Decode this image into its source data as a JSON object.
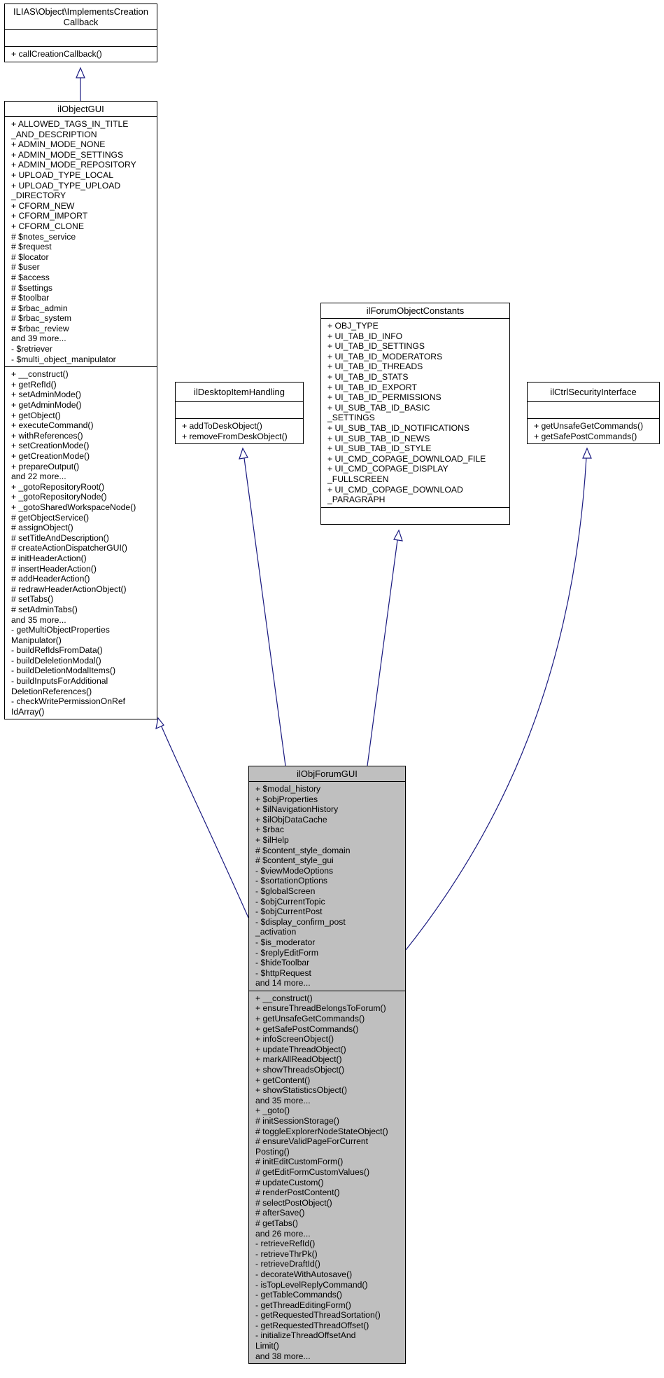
{
  "diagram": {
    "classes": {
      "implements_creation_callback": {
        "name": [
          "ILIAS\\Object\\ImplementsCreation",
          "Callback"
        ],
        "attributes": [],
        "methods": [
          "+ callCreationCallback()"
        ]
      },
      "ilobjectgui": {
        "name": [
          "ilObjectGUI"
        ],
        "attributes": [
          "+ ALLOWED_TAGS_IN_TITLE",
          "_AND_DESCRIPTION",
          "+ ADMIN_MODE_NONE",
          "+ ADMIN_MODE_SETTINGS",
          "+ ADMIN_MODE_REPOSITORY",
          "+ UPLOAD_TYPE_LOCAL",
          "+ UPLOAD_TYPE_UPLOAD",
          "_DIRECTORY",
          "+ CFORM_NEW",
          "+ CFORM_IMPORT",
          "+ CFORM_CLONE",
          "# $notes_service",
          "# $request",
          "# $locator",
          "# $user",
          "# $access",
          "# $settings",
          "# $toolbar",
          "# $rbac_admin",
          "# $rbac_system",
          "# $rbac_review",
          "and 39 more...",
          "- $retriever",
          "- $multi_object_manipulator"
        ],
        "methods": [
          "+ __construct()",
          "+ getRefId()",
          "+ setAdminMode()",
          "+ getAdminMode()",
          "+ getObject()",
          "+ executeCommand()",
          "+ withReferences()",
          "+ setCreationMode()",
          "+ getCreationMode()",
          "+ prepareOutput()",
          "and 22 more...",
          "+ _gotoRepositoryRoot()",
          "+ _gotoRepositoryNode()",
          "+ _gotoSharedWorkspaceNode()",
          "# getObjectService()",
          "# assignObject()",
          "# setTitleAndDescription()",
          "# createActionDispatcherGUI()",
          "# initHeaderAction()",
          "# insertHeaderAction()",
          "# addHeaderAction()",
          "# redrawHeaderActionObject()",
          "# setTabs()",
          "# setAdminTabs()",
          "and 35 more...",
          "- getMultiObjectProperties",
          "Manipulator()",
          "- buildRefIdsFromData()",
          "- buildDeleletionModal()",
          "- buildDeletionModalItems()",
          "- buildInputsForAdditional",
          "DeletionReferences()",
          "- checkWritePermissionOnRef",
          "IdArray()"
        ]
      },
      "ildesktopitemhandling": {
        "name": [
          "ilDesktopItemHandling"
        ],
        "attributes": [],
        "methods": [
          "+ addToDeskObject()",
          "+ removeFromDeskObject()"
        ]
      },
      "ilforumobjectconstants": {
        "name": [
          "ilForumObjectConstants"
        ],
        "attributes": [
          "+ OBJ_TYPE",
          "+ UI_TAB_ID_INFO",
          "+ UI_TAB_ID_SETTINGS",
          "+ UI_TAB_ID_MODERATORS",
          "+ UI_TAB_ID_THREADS",
          "+ UI_TAB_ID_STATS",
          "+ UI_TAB_ID_EXPORT",
          "+ UI_TAB_ID_PERMISSIONS",
          "+ UI_SUB_TAB_ID_BASIC",
          "_SETTINGS",
          "+ UI_SUB_TAB_ID_NOTIFICATIONS",
          "+ UI_SUB_TAB_ID_NEWS",
          "+ UI_SUB_TAB_ID_STYLE",
          "+ UI_CMD_COPAGE_DOWNLOAD_FILE",
          "+ UI_CMD_COPAGE_DISPLAY",
          "_FULLSCREEN",
          "+ UI_CMD_COPAGE_DOWNLOAD",
          "_PARAGRAPH"
        ],
        "methods": []
      },
      "ilctrlsecurityinterface": {
        "name": [
          "ilCtrlSecurityInterface"
        ],
        "attributes": [],
        "methods": [
          "+ getUnsafeGetCommands()",
          "+ getSafePostCommands()"
        ]
      },
      "ilobjforumgui": {
        "name": [
          "ilObjForumGUI"
        ],
        "attributes": [
          "+ $modal_history",
          "+ $objProperties",
          "+ $ilNavigationHistory",
          "+ $ilObjDataCache",
          "+ $rbac",
          "+ $ilHelp",
          "# $content_style_domain",
          "# $content_style_gui",
          "- $viewModeOptions",
          "- $sortationOptions",
          "- $globalScreen",
          "- $objCurrentTopic",
          "- $objCurrentPost",
          "- $display_confirm_post",
          "_activation",
          "- $is_moderator",
          "- $replyEditForm",
          "- $hideToolbar",
          "- $httpRequest",
          "and 14 more..."
        ],
        "methods": [
          "+ __construct()",
          "+ ensureThreadBelongsToForum()",
          "+ getUnsafeGetCommands()",
          "+ getSafePostCommands()",
          "+ infoScreenObject()",
          "+ updateThreadObject()",
          "+ markAllReadObject()",
          "+ showThreadsObject()",
          "+ getContent()",
          "+ showStatisticsObject()",
          "and 35 more...",
          "+ _goto()",
          "# initSessionStorage()",
          "# toggleExplorerNodeStateObject()",
          "# ensureValidPageForCurrent",
          "Posting()",
          "# initEditCustomForm()",
          "# getEditFormCustomValues()",
          "# updateCustom()",
          "# renderPostContent()",
          "# selectPostObject()",
          "# afterSave()",
          "# getTabs()",
          "and 26 more...",
          "- retrieveRefId()",
          "- retrieveThrPk()",
          "- retrieveDraftId()",
          "- decorateWithAutosave()",
          "- isTopLevelReplyCommand()",
          "- getTableCommands()",
          "- getThreadEditingForm()",
          "- getRequestedThreadSortation()",
          "- getRequestedThreadOffset()",
          "- initializeThreadOffsetAnd",
          "Limit()",
          "and 38 more..."
        ]
      }
    }
  }
}
